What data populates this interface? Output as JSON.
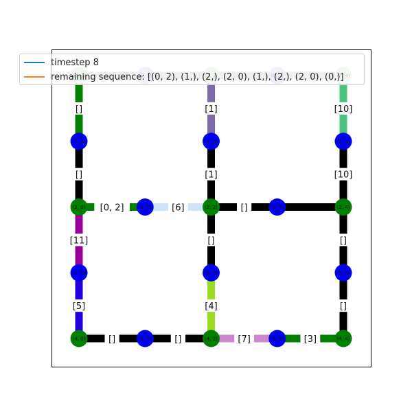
{
  "legend": {
    "entries": [
      {
        "label": "timestep 8",
        "color": "#1f77b4"
      },
      {
        "label": "remaining sequence: [(0, 2), (1,), (2,), (2, 0), (1,), (2,), (2, 0), (0,)]",
        "color": "#ff7f0e"
      }
    ]
  },
  "colors": {
    "node_blue": "#0000ee",
    "node_green": "#008000",
    "frame": "#000000"
  },
  "nodes": [
    {
      "id": "0,0",
      "row": 0,
      "col": 0,
      "label": "(0, 0)",
      "color": "#c8e6c9"
    },
    {
      "id": "0,1",
      "row": 0,
      "col": 1,
      "label": "(0, 1)",
      "color": "#c7c7f4"
    },
    {
      "id": "0,2",
      "row": 0,
      "col": 2,
      "label": "(0, 2)",
      "color": "#c8e6c9"
    },
    {
      "id": "0,3",
      "row": 0,
      "col": 3,
      "label": "(0, 3)",
      "color": "#c7c7f4"
    },
    {
      "id": "0,4",
      "row": 0,
      "col": 4,
      "label": "(0, 4)",
      "color": "#c8e6c9"
    },
    {
      "id": "1,0",
      "row": 1,
      "col": 0,
      "label": "(1, 0)",
      "color": "#0000ee"
    },
    {
      "id": "1,2",
      "row": 1,
      "col": 2,
      "label": "(1, 2)",
      "color": "#0000ee"
    },
    {
      "id": "1,4",
      "row": 1,
      "col": 4,
      "label": "(1, 4)",
      "color": "#0000ee"
    },
    {
      "id": "2,0",
      "row": 2,
      "col": 0,
      "label": "(2, 0)",
      "color": "#008000"
    },
    {
      "id": "2,1",
      "row": 2,
      "col": 1,
      "label": "(2, 1)",
      "color": "#0000ee"
    },
    {
      "id": "2,2",
      "row": 2,
      "col": 2,
      "label": "(2, 2)",
      "color": "#008000"
    },
    {
      "id": "2,3",
      "row": 2,
      "col": 3,
      "label": "(2, 3)",
      "color": "#0000ee"
    },
    {
      "id": "2,4",
      "row": 2,
      "col": 4,
      "label": "(2, 4)",
      "color": "#008000"
    },
    {
      "id": "3,0",
      "row": 3,
      "col": 0,
      "label": "(3, 0)",
      "color": "#0000ee"
    },
    {
      "id": "3,2",
      "row": 3,
      "col": 2,
      "label": "(3, 2)",
      "color": "#0000ee"
    },
    {
      "id": "3,4",
      "row": 3,
      "col": 4,
      "label": "(3, 4)",
      "color": "#0000ee"
    },
    {
      "id": "4,0",
      "row": 4,
      "col": 0,
      "label": "(4, 0)",
      "color": "#008000"
    },
    {
      "id": "4,1",
      "row": 4,
      "col": 1,
      "label": "(4, 1)",
      "color": "#0000ee"
    },
    {
      "id": "4,2",
      "row": 4,
      "col": 2,
      "label": "(4, 2)",
      "color": "#008000"
    },
    {
      "id": "4,3",
      "row": 4,
      "col": 3,
      "label": "(4, 3)",
      "color": "#0000ee"
    },
    {
      "id": "4,4",
      "row": 4,
      "col": 4,
      "label": "(4, 4)",
      "color": "#008000"
    }
  ],
  "edges": [
    {
      "from": "0,0",
      "to": "0,2",
      "label": "",
      "color_from": "#c4c4c4",
      "color_to": "#c4c4c4"
    },
    {
      "from": "0,2",
      "to": "0,4",
      "label": "",
      "color_from": "#c4c4c4",
      "color_to": "#c4c4c4"
    },
    {
      "from": "0,0",
      "to": "2,0",
      "label": "[]",
      "color_from": "#008000",
      "color_to": "#000000"
    },
    {
      "from": "0,2",
      "to": "2,2",
      "label": "[1]",
      "color_from": "#7f6aa8",
      "color_to": "#000000"
    },
    {
      "from": "0,4",
      "to": "2,4",
      "label": "[10]",
      "color_from": "#4cc47f",
      "color_to": "#000000"
    },
    {
      "from": "2,0",
      "to": "2,2",
      "label": "[0, 2]",
      "color_from": "#008000",
      "color_to": "#cde3f7",
      "mid_label": "[6]"
    },
    {
      "from": "2,2",
      "to": "2,4",
      "label": "[]",
      "color_from": "#000000",
      "color_to": "#000000"
    },
    {
      "from": "2,0",
      "to": "4,0",
      "label": "[11]",
      "color_from": "#990099",
      "color_to": "#2200dd",
      "mid_label": "[5]"
    },
    {
      "from": "2,2",
      "to": "4,2",
      "label": "[]",
      "color_from": "#000000",
      "color_to": "#99dd22",
      "mid_label": "[4]"
    },
    {
      "from": "2,4",
      "to": "4,4",
      "label": "[]",
      "color_from": "#000000",
      "color_to": "#000000",
      "mid_label": "[]"
    },
    {
      "from": "4,0",
      "to": "4,2",
      "label": "[]",
      "color_from": "#000000",
      "color_to": "#000000",
      "mid_label": "[]"
    },
    {
      "from": "4,2",
      "to": "4,4",
      "label": "[7]",
      "color_from": "#cc88cc",
      "color_to": "#008000",
      "mid_label": "[3]"
    }
  ]
}
